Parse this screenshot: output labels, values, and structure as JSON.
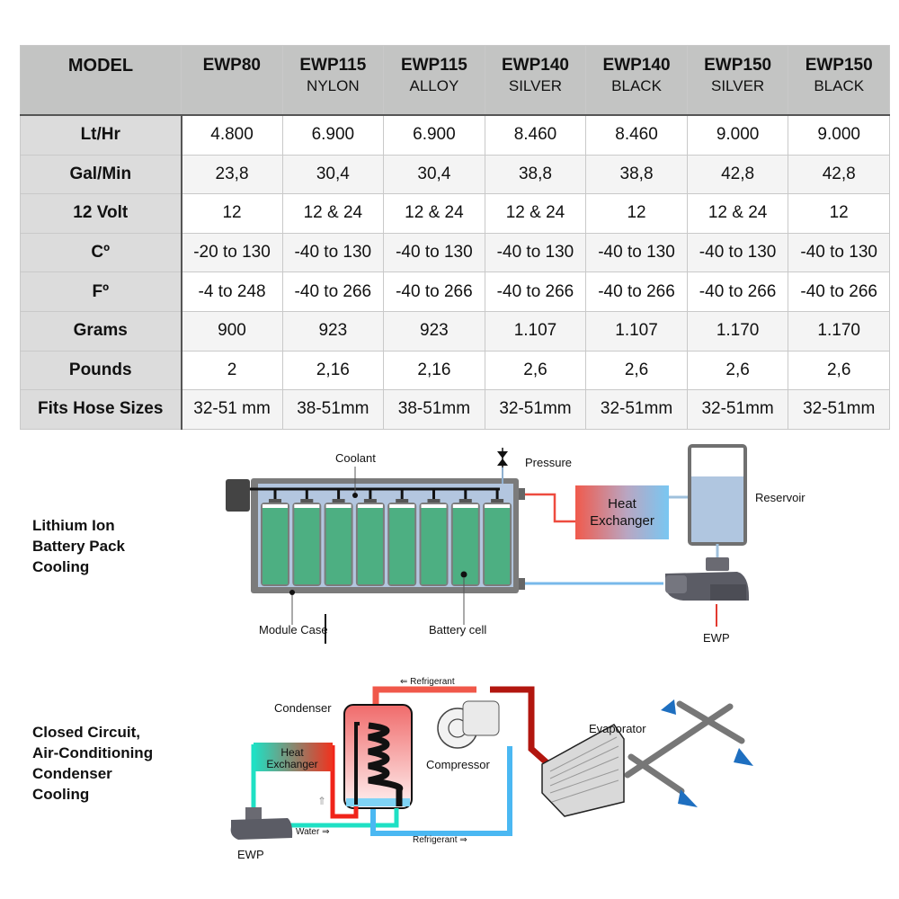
{
  "spec_table": {
    "header_label": "MODEL",
    "models": [
      {
        "name": "EWP80",
        "variant": ""
      },
      {
        "name": "EWP115",
        "variant": "NYLON"
      },
      {
        "name": "EWP115",
        "variant": "ALLOY"
      },
      {
        "name": "EWP140",
        "variant": "SILVER"
      },
      {
        "name": "EWP140",
        "variant": "BLACK"
      },
      {
        "name": "EWP150",
        "variant": "SILVER"
      },
      {
        "name": "EWP150",
        "variant": "BLACK"
      }
    ],
    "rows": [
      {
        "label": "Lt/Hr",
        "values": [
          "4.800",
          "6.900",
          "6.900",
          "8.460",
          "8.460",
          "9.000",
          "9.000"
        ]
      },
      {
        "label": "Gal/Min",
        "values": [
          "23,8",
          "30,4",
          "30,4",
          "38,8",
          "38,8",
          "42,8",
          "42,8"
        ]
      },
      {
        "label": "12 Volt",
        "values": [
          "12",
          "12 & 24",
          "12 & 24",
          "12 & 24",
          "12",
          "12 & 24",
          "12"
        ]
      },
      {
        "label": "Cº",
        "values": [
          "-20 to 130",
          "-40 to 130",
          "-40 to 130",
          "-40 to 130",
          "-40 to 130",
          "-40 to 130",
          "-40 to 130"
        ]
      },
      {
        "label": "Fº",
        "values": [
          "-4 to 248",
          "-40 to 266",
          "-40 to 266",
          "-40 to 266",
          "-40 to 266",
          "-40 to 266",
          "-40 to 266"
        ]
      },
      {
        "label": "Grams",
        "values": [
          "900",
          "923",
          "923",
          "1.107",
          "1.107",
          "1.170",
          "1.170"
        ]
      },
      {
        "label": "Pounds",
        "values": [
          "2",
          "2,16",
          "2,16",
          "2,6",
          "2,6",
          "2,6",
          "2,6"
        ]
      },
      {
        "label": "Fits Hose Sizes",
        "values": [
          "32-51 mm",
          "38-51mm",
          "38-51mm",
          "32-51mm",
          "32-51mm",
          "32-51mm",
          "32-51mm"
        ]
      }
    ]
  },
  "diagram_battery": {
    "title_lines": [
      "Lithium Ion",
      "Battery Pack",
      "Cooling"
    ],
    "labels": {
      "coolant": "Coolant",
      "pressure": "Pressure",
      "heat_exchanger_1": "Heat",
      "heat_exchanger_2": "Exchanger",
      "reservoir": "Reservoir",
      "module_case": "Module Case",
      "battery_cell": "Battery cell",
      "ewp": "EWP"
    },
    "cell_count": 8,
    "colors": {
      "cell": "#4daf82",
      "coolant": "#b3c6df",
      "case": "#7a7a7a",
      "hot": "#ee4b3f",
      "cold": "#78c3f0"
    }
  },
  "diagram_ac": {
    "title_lines": [
      "Closed Circuit,",
      "Air-Conditioning",
      "Condenser",
      "Cooling"
    ],
    "labels": {
      "refrigerant_top": "⇐ Refrigerant",
      "condenser": "Condenser",
      "compressor": "Compressor",
      "evaporator": "Evaporator",
      "heat_exchanger_1": "Heat",
      "heat_exchanger_2": "Exchanger",
      "water": "Water ⇒",
      "refrigerant_bottom": "Refrigerant ⇒",
      "ewp": "EWP",
      "up_arrow": "⇑"
    },
    "colors": {
      "water": "#1fe0c4",
      "refrigerant_cold": "#4bb8f2",
      "refrigerant_hot": "#b2160f",
      "hot_pipe": "#f0241a"
    }
  }
}
